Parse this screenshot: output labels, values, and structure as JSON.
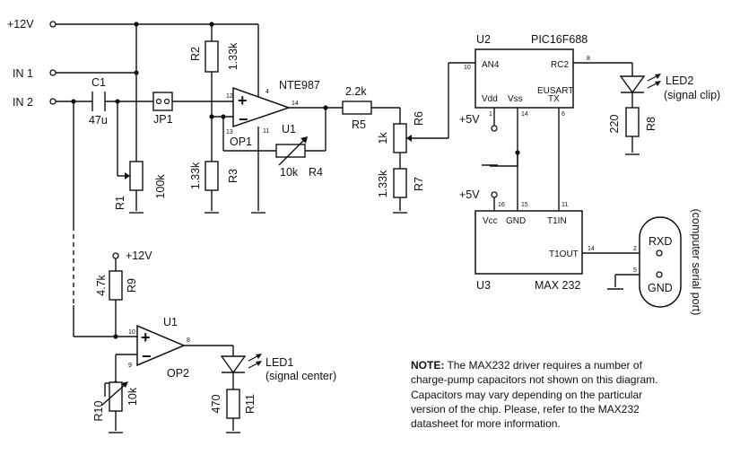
{
  "supply": {
    "plus12v_top": "+12V",
    "plus12v_low": "+12V",
    "plus5v_a": "+5V",
    "plus5v_b": "+5V"
  },
  "inputs": {
    "in1": "IN 1",
    "in2": "IN 2"
  },
  "c1": {
    "ref": "C1",
    "value": "47u"
  },
  "jp1": {
    "ref": "JP1"
  },
  "r1": {
    "ref": "R1",
    "value": "100k"
  },
  "r2": {
    "ref": "R2",
    "value": "1.33k"
  },
  "r3": {
    "ref": "R3",
    "value": "1.33k"
  },
  "r4": {
    "ref": "R4",
    "value": "10k"
  },
  "r5": {
    "ref": "R5",
    "value": "2.2k"
  },
  "r6": {
    "ref": "R6",
    "value": "1k"
  },
  "r7": {
    "ref": "R7",
    "value": "1.33k"
  },
  "r8": {
    "ref": "R8",
    "value": "220"
  },
  "r9": {
    "ref": "R9",
    "value": "4.7k"
  },
  "r10": {
    "ref": "R10",
    "value": "10k"
  },
  "r11": {
    "ref": "R11",
    "value": "470"
  },
  "op1": {
    "ref": "OP1",
    "unit": "U1",
    "part": "NTE987",
    "plus": "+",
    "minus": "−",
    "pin_v": "4",
    "pin_in_p": "12",
    "pin_in_n": "13",
    "pin_out": "14",
    "pin_gnd": "11"
  },
  "op2": {
    "ref": "OP2",
    "unit": "U1",
    "plus": "+",
    "minus": "−",
    "pin_in_p": "10",
    "pin_in_n": "9",
    "pin_out": "8"
  },
  "u2": {
    "ref": "U2",
    "part": "PIC16F688",
    "an4": "AN4",
    "rc2": "RC2",
    "vdd": "Vdd",
    "vss": "Vss",
    "eusart": "EUSART",
    "tx": "TX",
    "pin_an4": "10",
    "pin_rc2": "8",
    "pin_vdd": "1",
    "pin_vss": "14",
    "pin_tx": "6"
  },
  "u3": {
    "ref": "U3",
    "part": "MAX 232",
    "vcc": "Vcc",
    "gnd": "GND",
    "t1in": "T1IN",
    "t1out": "T1OUT",
    "pin_vcc": "16",
    "pin_gnd": "15",
    "pin_t1in": "11",
    "pin_t1out": "14"
  },
  "led1": {
    "ref": "LED1",
    "desc": "(signal center)"
  },
  "led2": {
    "ref": "LED2",
    "desc": "(signal clip)"
  },
  "port": {
    "label": "(computer serial port)",
    "rxd": "RXD",
    "gnd": "GND",
    "pin_rxd": "2",
    "pin_gnd": "5"
  },
  "note": {
    "bold": "NOTE:",
    "text": " The MAX232 driver requires a number of charge-pump capacitors not shown on this diagram. Capacitors may vary depending on the particular version of the chip. Please, refer to the MAX232 datasheet for more information."
  }
}
